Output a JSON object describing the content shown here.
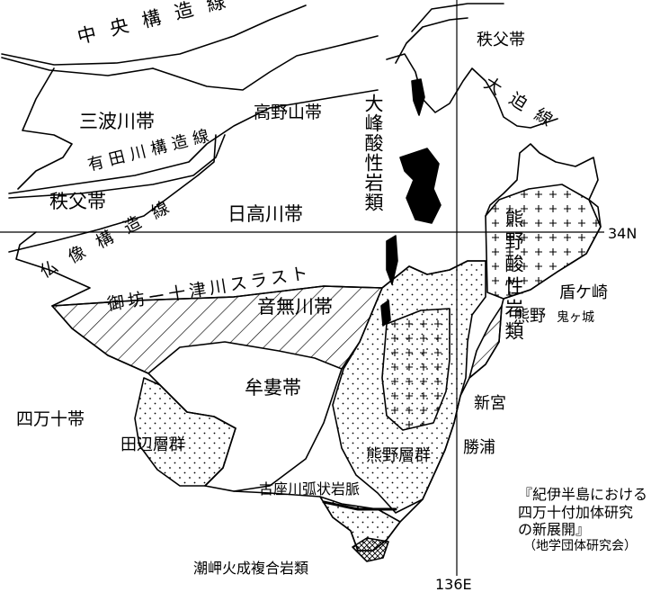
{
  "labels": {
    "chuo": "中央構造線",
    "chichibu_ne": "秩父帯",
    "ohsako": "大迫線",
    "sanbagawa": "三波川帯",
    "koyasan": "高野山帯",
    "arida": "有田川構造線",
    "chichibu_w": "秩父帯",
    "hidakagawa": "日高川帯",
    "butsuzo": "仏像構造線",
    "mibogawa": "御坊ー十津川スラスト",
    "otonashigawa": "音無川帯",
    "muro": "牟婁帯",
    "shimanto": "四万十帯",
    "tanabe": "田辺層群",
    "kumano_group": "熊野層群",
    "kozagawa": "古座川弧状岩脈",
    "shionomisaki": "潮岬火成複合岩類",
    "omine": "大峰酸性岩類",
    "kumano_acid": "熊野酸性岩類",
    "tategasaki": "盾ケ崎",
    "kumano_city": "熊野",
    "onigajo": "鬼ヶ城",
    "shingu": "新宮",
    "katsuura": "勝浦",
    "lat34": "34N",
    "lon136": "136E"
  },
  "citation": {
    "line1": "『紀伊半島における",
    "line2": "四万十付加体研究",
    "line3": "の新展開』",
    "source": "（地学団体研究会）"
  },
  "colors": {
    "ink": "#000000",
    "paper": "#ffffff"
  }
}
